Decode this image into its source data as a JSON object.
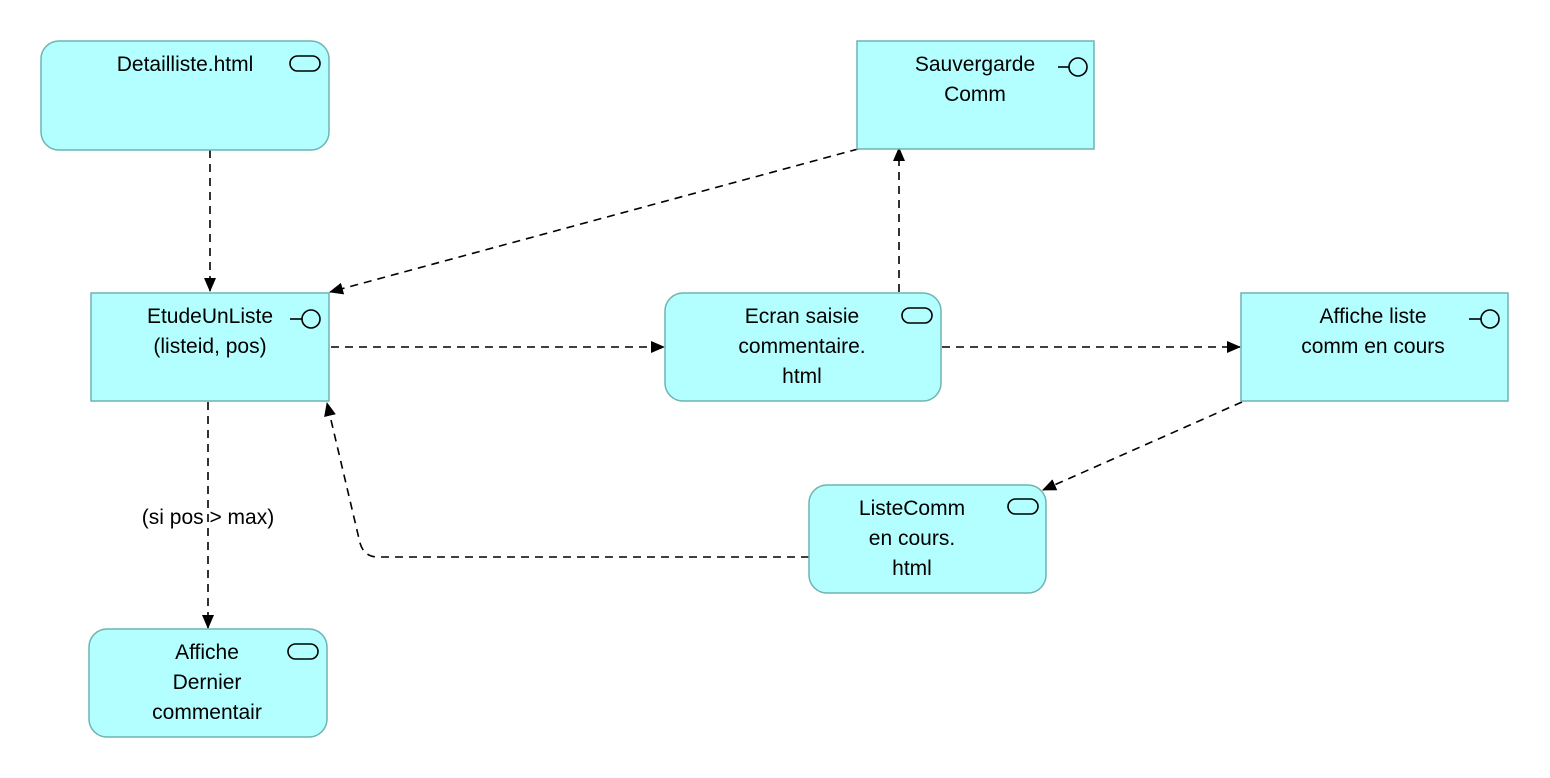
{
  "diagram": {
    "nodes": [
      {
        "id": "detailliste",
        "kind": "view",
        "lines": [
          "Detailliste.html"
        ]
      },
      {
        "id": "sauvegarde",
        "kind": "service",
        "lines": [
          "Sauvergarde",
          "Comm"
        ]
      },
      {
        "id": "etude",
        "kind": "service",
        "lines": [
          "EtudeUnListe",
          "(listeid, pos)"
        ]
      },
      {
        "id": "ecran",
        "kind": "view",
        "lines": [
          "Ecran saisie",
          "commentaire.",
          "html"
        ]
      },
      {
        "id": "affiche-liste",
        "kind": "service",
        "lines": [
          "Affiche liste",
          "comm en cours"
        ]
      },
      {
        "id": "listecomm",
        "kind": "view",
        "lines": [
          "ListeComm",
          "en cours.",
          "html"
        ]
      },
      {
        "id": "affiche-dernier",
        "kind": "view",
        "lines": [
          "Affiche",
          "Dernier",
          "commentair"
        ]
      }
    ],
    "edges": [
      {
        "from": "detailliste",
        "to": "etude",
        "label": ""
      },
      {
        "from": "sauvegarde",
        "to": "etude",
        "label": ""
      },
      {
        "from": "etude",
        "to": "ecran",
        "label": ""
      },
      {
        "from": "ecran",
        "to": "sauvegarde",
        "label": ""
      },
      {
        "from": "ecran",
        "to": "affiche-liste",
        "label": ""
      },
      {
        "from": "affiche-liste",
        "to": "listecomm",
        "label": ""
      },
      {
        "from": "listecomm",
        "to": "etude",
        "label": ""
      },
      {
        "from": "etude",
        "to": "affiche-dernier",
        "label": "(si pos > max)"
      }
    ]
  },
  "colors": {
    "node_fill": "#b3ffff",
    "node_stroke": "#6fb3b3",
    "edge": "#000000"
  }
}
